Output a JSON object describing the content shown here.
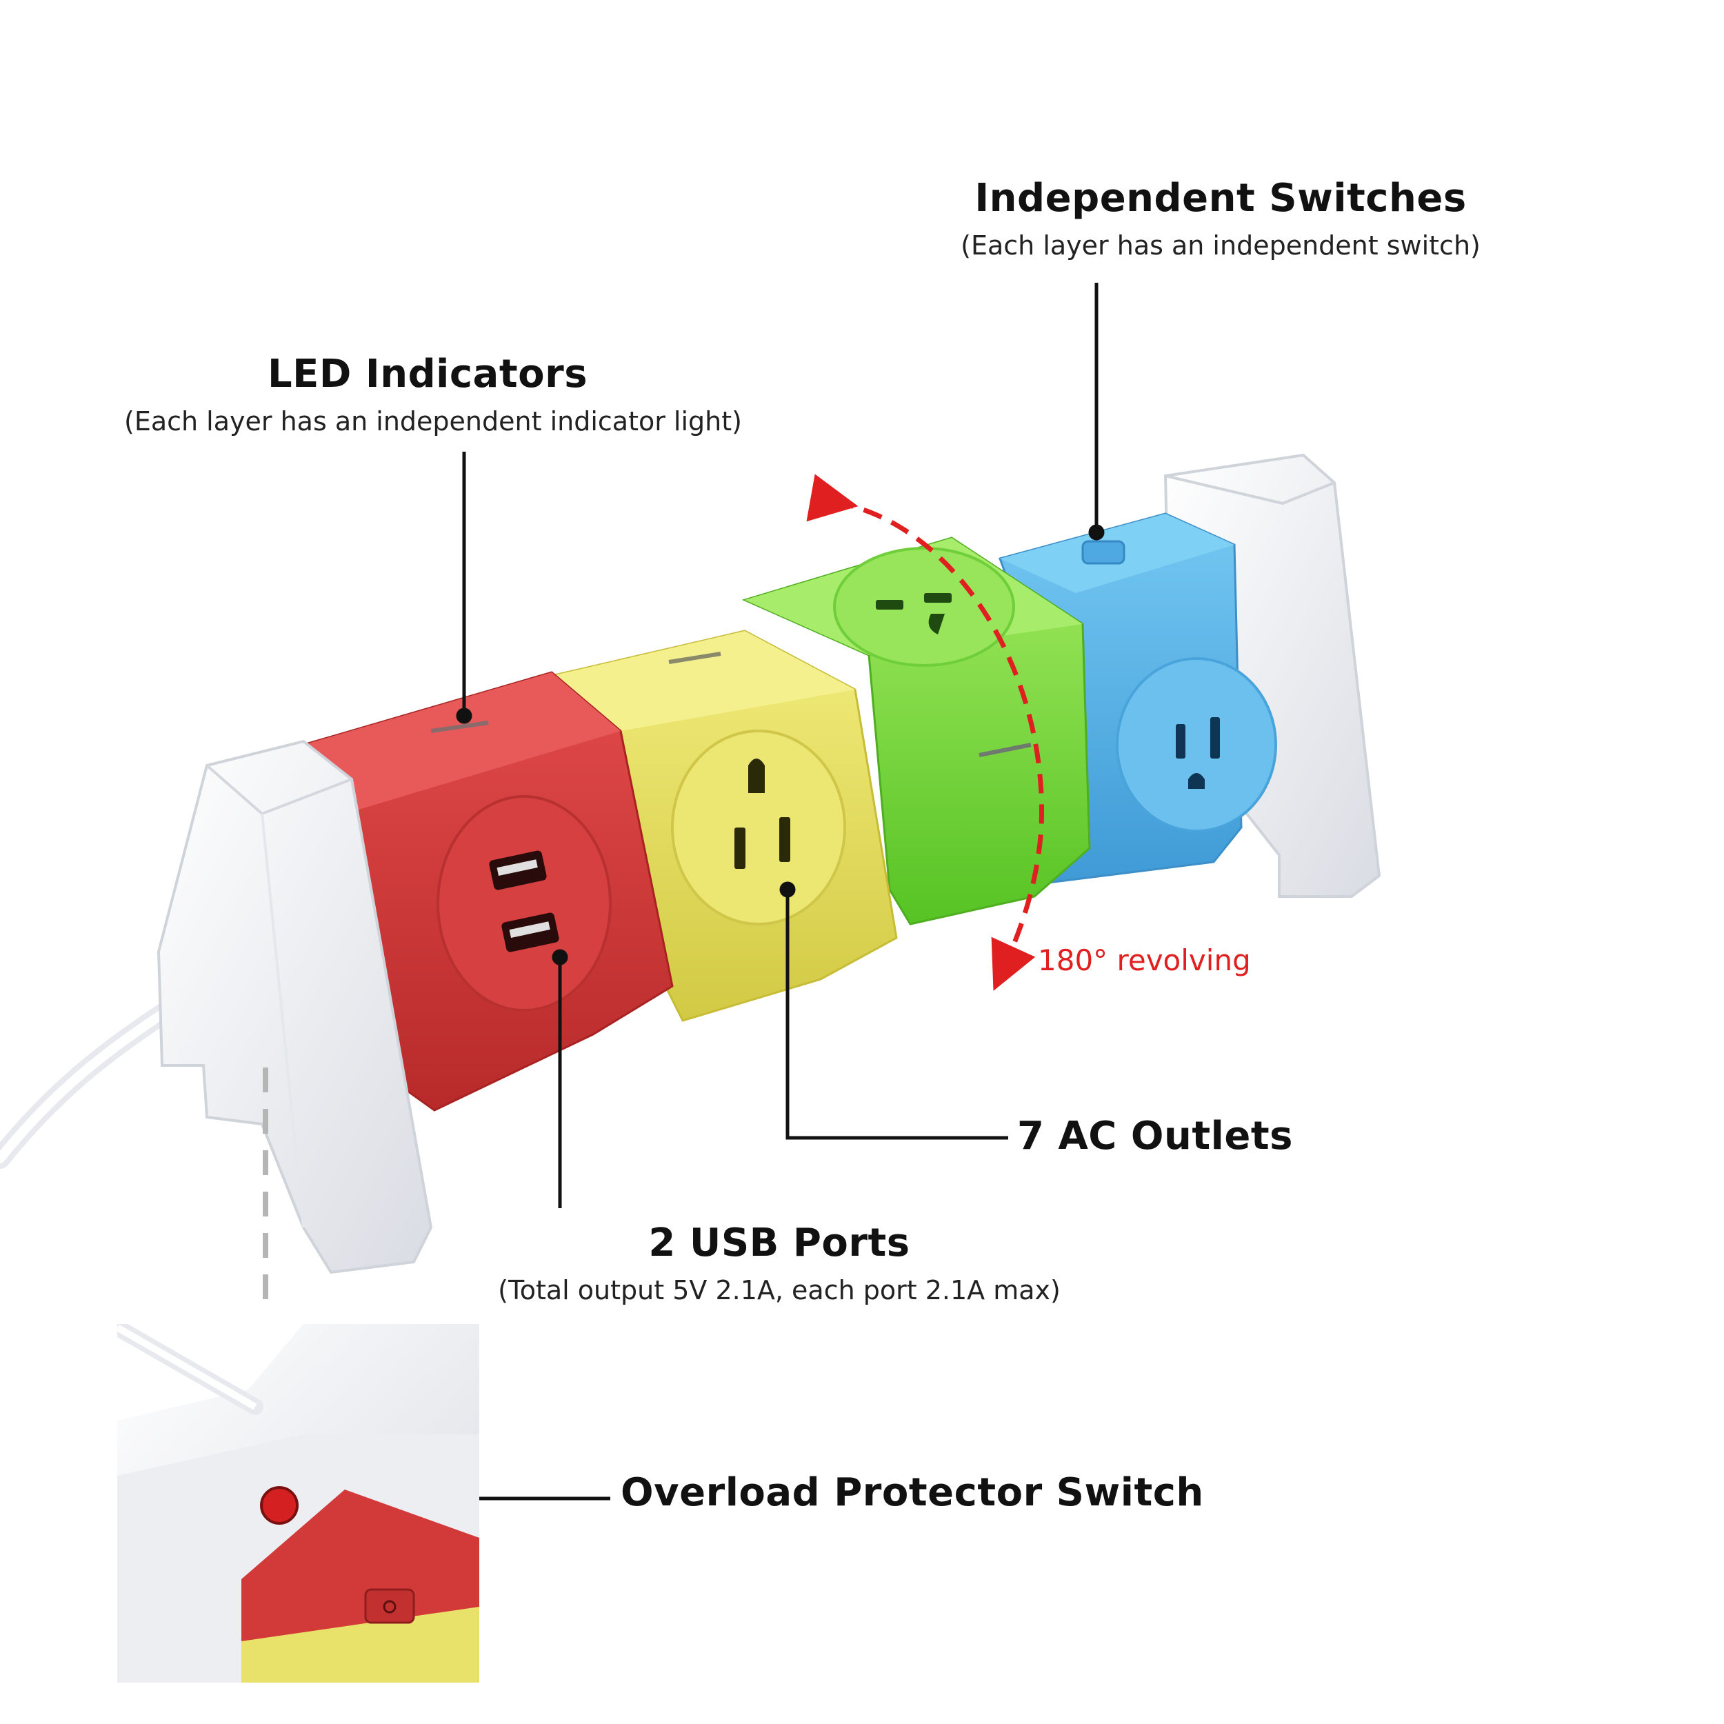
{
  "colors": {
    "red": "#d23a3a",
    "yellow": "#e9e26a",
    "green": "#8fe04c",
    "blue": "#5cb8ec",
    "white_end": "#eceef2",
    "arrow_red": "#e02020",
    "leader": "#111111"
  },
  "callouts": {
    "led": {
      "title": "LED Indicators",
      "subtitle": "(Each layer has an independent indicator light)"
    },
    "switches": {
      "title": "Independent Switches",
      "subtitle": "(Each layer has an independent switch)"
    },
    "usb": {
      "title": "2 USB Ports",
      "subtitle": "(Total output 5V 2.1A, each port 2.1A max)"
    },
    "ac": {
      "title": "7 AC Outlets"
    },
    "overload": {
      "title": "Overload Protector Switch"
    },
    "revolving": {
      "text": "180° revolving"
    }
  },
  "icons": [
    "power-icon",
    "usb-port-icon",
    "ac-outlet-icon",
    "revolve-arrow-icon",
    "power-cord-icon"
  ]
}
